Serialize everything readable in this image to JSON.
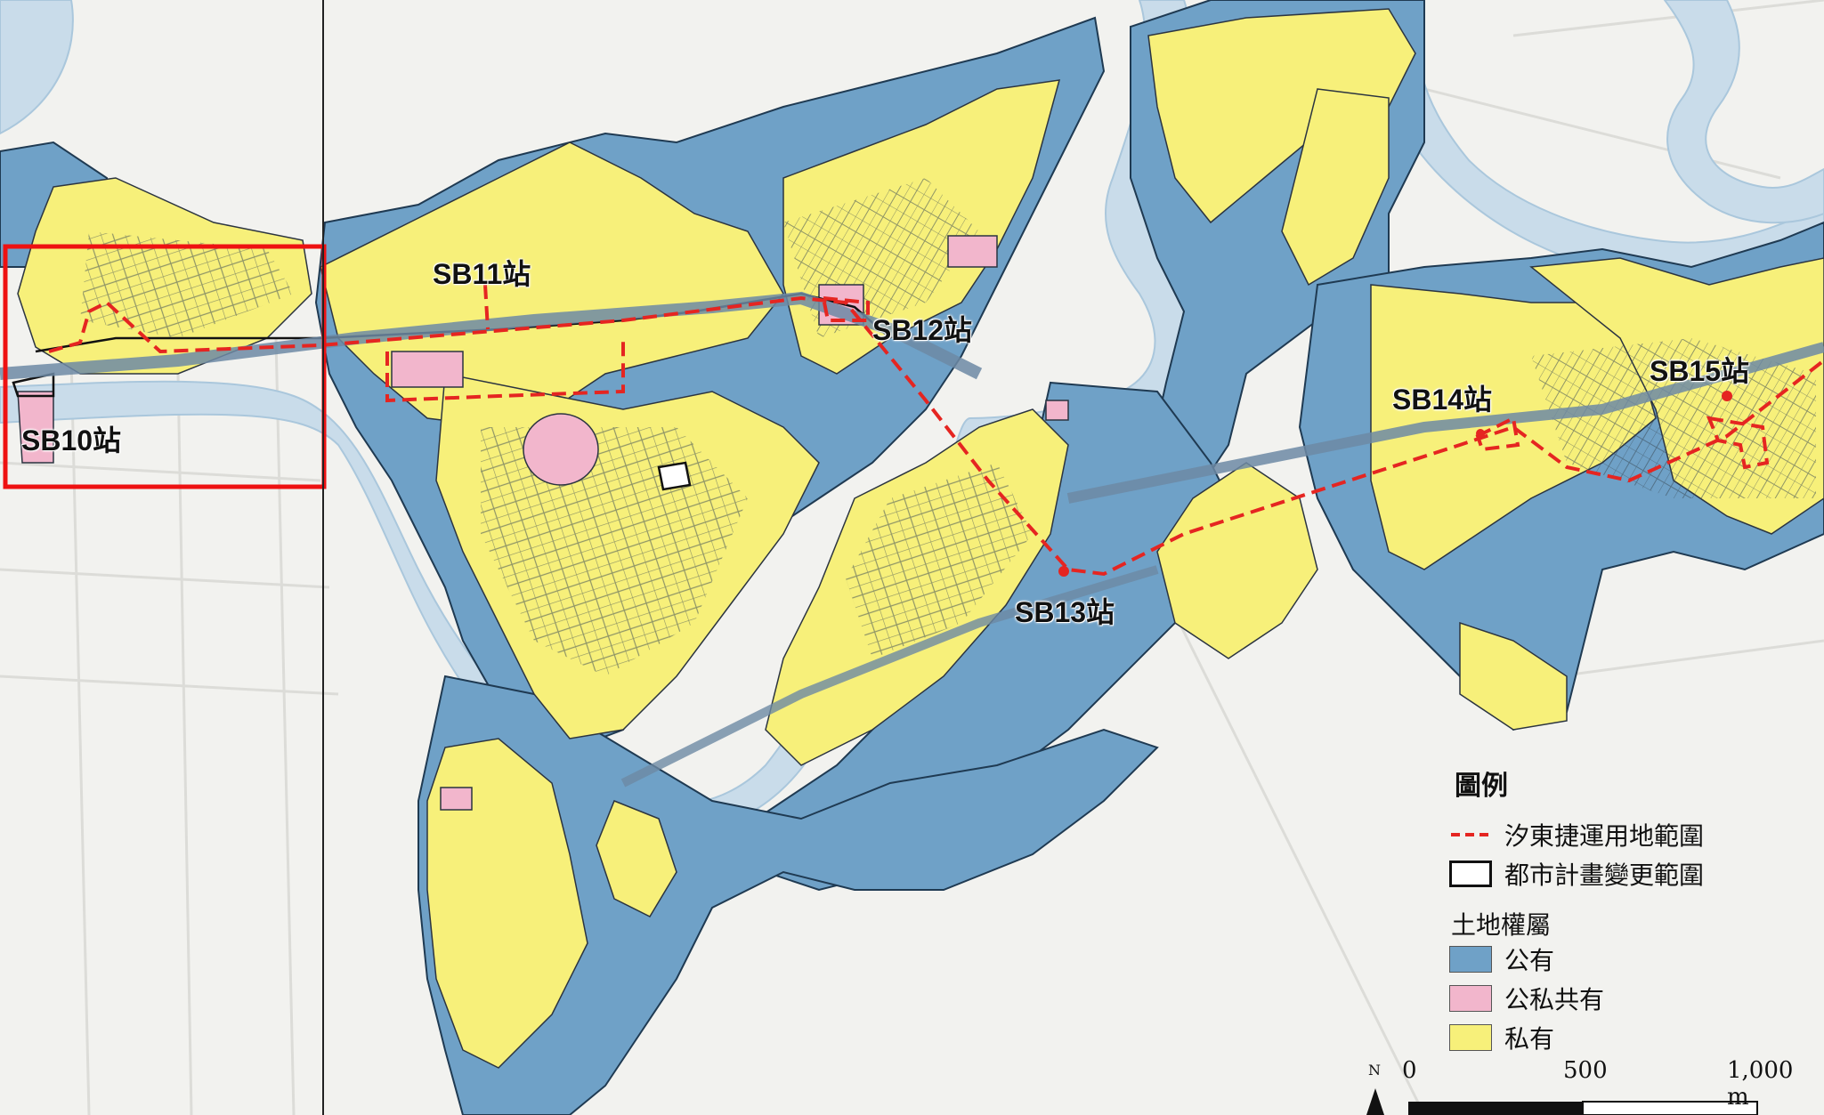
{
  "stations": [
    {
      "id": "sb10",
      "label": "SB10站"
    },
    {
      "id": "sb11",
      "label": "SB11站"
    },
    {
      "id": "sb12",
      "label": "SB12站"
    },
    {
      "id": "sb13",
      "label": "SB13站"
    },
    {
      "id": "sb14",
      "label": "SB14站"
    },
    {
      "id": "sb15",
      "label": "SB15站"
    }
  ],
  "legend": {
    "title": "圖例",
    "route_label": "汐東捷運用地範圍",
    "plan_change_label": "都市計畫變更範圍",
    "ownership_heading": "土地權屬",
    "public_label": "公有",
    "mixed_label": "公私共有",
    "private_label": "私有"
  },
  "scale": {
    "tick0": "0",
    "tick1": "500",
    "tick2": "1,000 m",
    "north": "N"
  },
  "colors": {
    "public": "#6fa1c7",
    "mixed": "#f2b6cc",
    "private": "#f7f07a",
    "route": "#e52521",
    "river": "#c9dcea",
    "outline": "#1f3a52",
    "highlight_box": "#ee1111"
  }
}
